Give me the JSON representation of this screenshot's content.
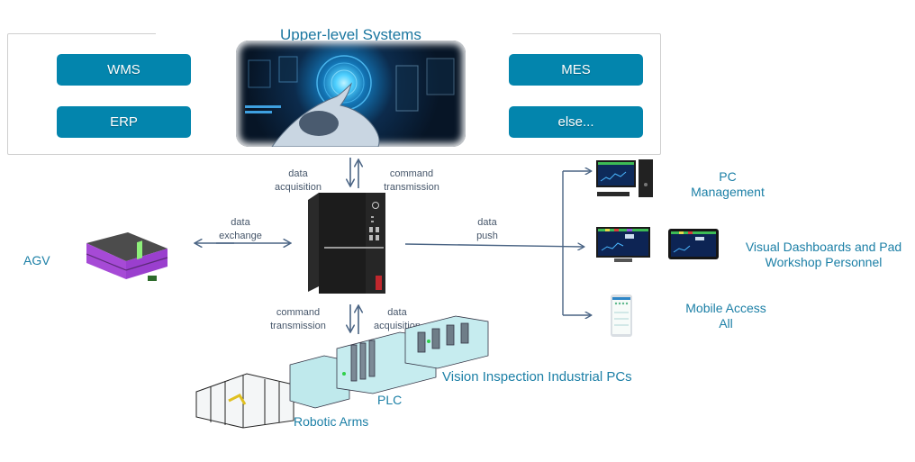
{
  "upper_systems": {
    "title": "Upper-level Systems",
    "buttons": [
      {
        "label": "WMS"
      },
      {
        "label": "ERP"
      },
      {
        "label": "MES"
      },
      {
        "label": "else..."
      }
    ]
  },
  "links": {
    "top_left": [
      "data",
      "acquisition"
    ],
    "top_right": [
      "command",
      "transmission"
    ],
    "agv_exchange": [
      "data",
      "exchange"
    ],
    "push": [
      "data",
      "push"
    ],
    "bottom_left": [
      "command",
      "transmission"
    ],
    "bottom_right": [
      "data",
      "acquisition"
    ]
  },
  "agv": {
    "label": "AGV"
  },
  "outputs": [
    {
      "line1": "PC",
      "line2": "Management"
    },
    {
      "line1": "Visual Dashboards and Pad",
      "line2": "Workshop Personnel"
    },
    {
      "line1": "Mobile Access",
      "line2": "All"
    }
  ],
  "equipment": {
    "robotic_arms": "Robotic Arms",
    "plc": "PLC",
    "vision": "Vision Inspection Industrial PCs"
  },
  "colors": {
    "button_fill": "#0385ad",
    "label_teal": "#1b7fa6",
    "arrow": "#4a6484"
  }
}
